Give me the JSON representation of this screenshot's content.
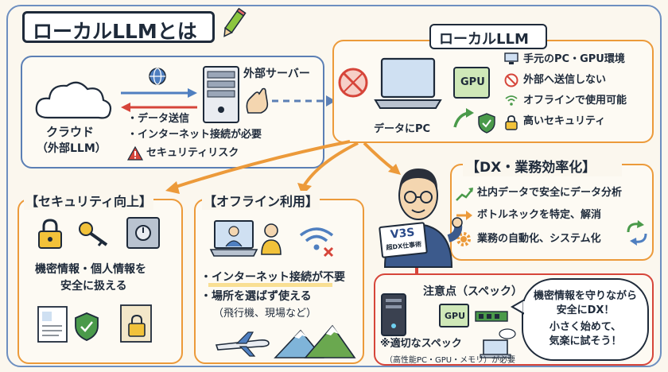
{
  "title": "ローカルLLMとは",
  "cloud": {
    "label_main": "クラウド",
    "label_sub": "（外部LLM）",
    "server_label": "外部サーバー",
    "bullets": [
      "・データ送信",
      "・インターネット接続が必要"
    ],
    "risk": "セキュリティリスク"
  },
  "local": {
    "heading": "ローカルLLM",
    "gpu_label": "GPU",
    "pc_caption": "データにPC",
    "features": [
      "手元のPC・GPU環境",
      "外部へ送信しない",
      "オフラインで使用可能",
      "高いセキュリティ"
    ]
  },
  "security": {
    "heading": "【セキュリティ向上】",
    "body_line1": "機密情報・個人情報を",
    "body_line2": "安全に扱える"
  },
  "offline": {
    "heading": "【オフライン利用】",
    "bullets": [
      "・インターネット接続が不要",
      "・場所を選ばず使える"
    ],
    "note": "（飛行機、現場など）"
  },
  "dx": {
    "heading": "【DX・業務効率化】",
    "items": [
      "社内データで安全にデータ分析",
      "ボトルネックを特定、解消",
      "業務の自動化、システム化"
    ],
    "sign_line1": "V3S",
    "sign_line2": "超DX仕事術"
  },
  "caution": {
    "heading": "注意点（スペック）",
    "gpu_label": "GPU",
    "note_main": "※適切なスペック",
    "note_sub": "（高性能PC・GPU・メモリ）が必要",
    "bubble_line1": "機密情報を守りながら",
    "bubble_line2": "安全にDX！",
    "bubble_line3": "小さく始めて、",
    "bubble_line4": "気楽に試そう！"
  },
  "colors": {
    "blue": "#5b7fb5",
    "orange": "#ec9a3a",
    "navy": "#1e2a3a",
    "red": "#d6453a",
    "green": "#4a9a4a"
  }
}
